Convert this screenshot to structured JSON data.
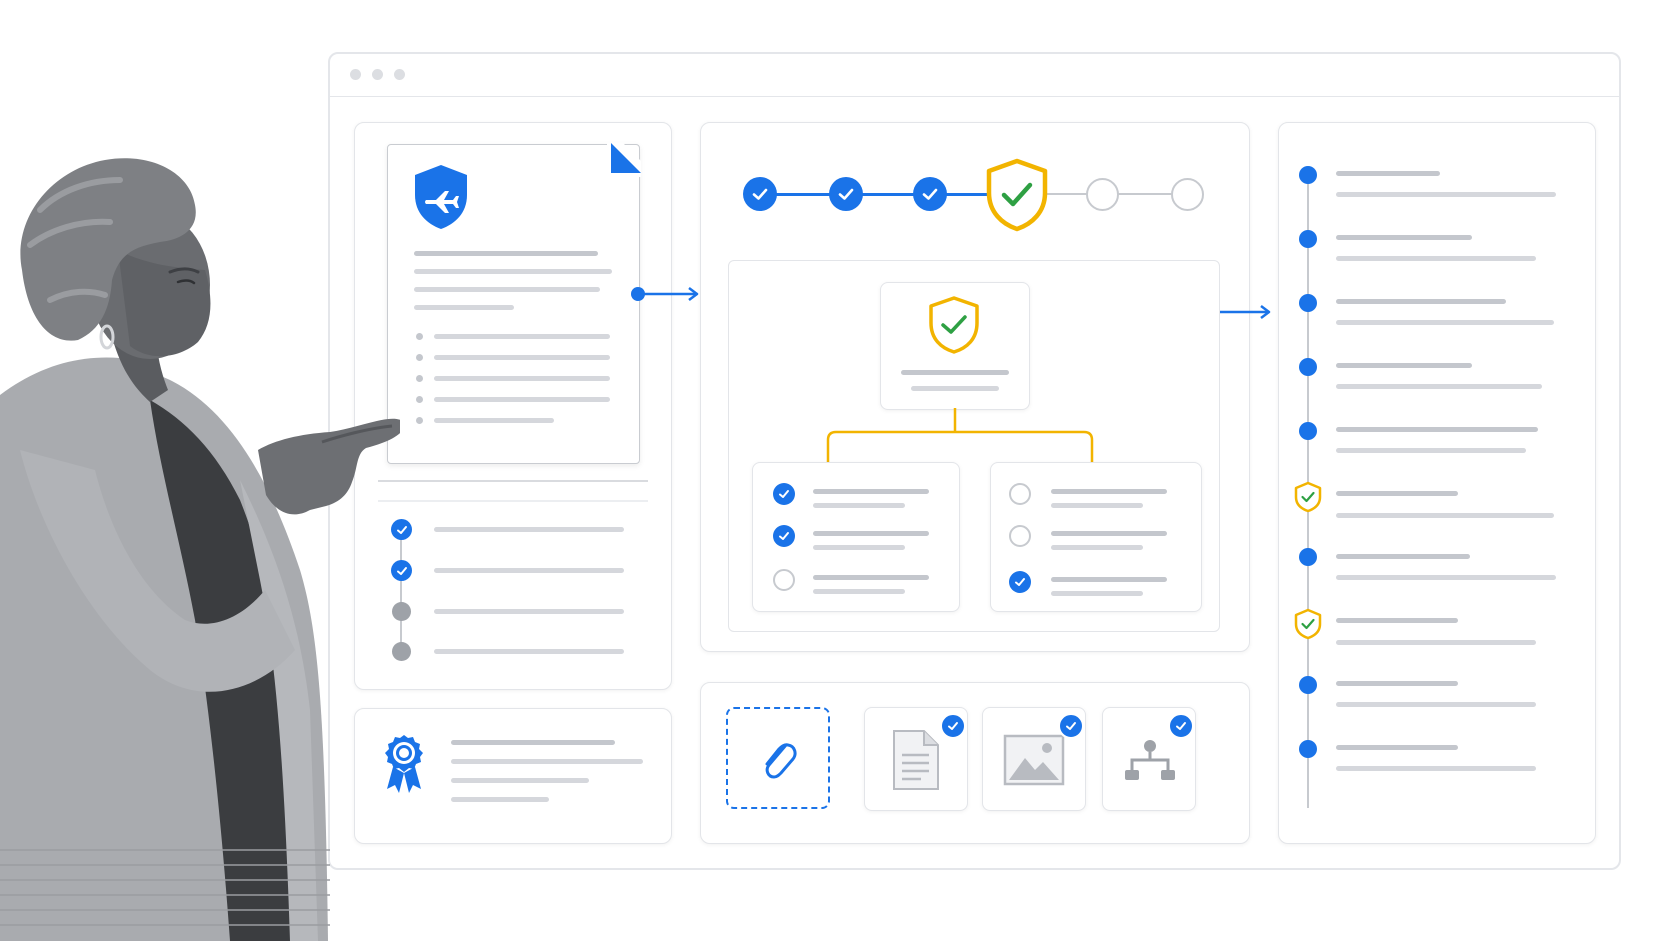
{
  "colors": {
    "accent": "#1a73e8",
    "shield_gold": "#f2b400",
    "check_green": "#2ea043",
    "line_gray": "#d5d7dc",
    "border": "#e3e5e9"
  },
  "icons": {
    "document_badge": "shield-airplane-icon",
    "approval": "shield-check-icon",
    "award": "ribbon-badge-icon",
    "attachment": "paperclip-icon",
    "doc": "document-icon",
    "image": "image-icon",
    "hierarchy": "hierarchy-icon"
  },
  "progress": {
    "steps_total": 6,
    "steps_completed": 3,
    "current_step": 4
  },
  "checklist_left": [
    {
      "state": "checked"
    },
    {
      "state": "checked"
    },
    {
      "state": "pending"
    },
    {
      "state": "pending"
    }
  ],
  "branch_left": [
    {
      "state": "checked"
    },
    {
      "state": "checked"
    },
    {
      "state": "unchecked"
    }
  ],
  "branch_right": [
    {
      "state": "unchecked"
    },
    {
      "state": "unchecked"
    },
    {
      "state": "checked"
    }
  ],
  "attachments": [
    {
      "icon": "paperclip-icon",
      "verified": false
    },
    {
      "icon": "document-icon",
      "verified": true
    },
    {
      "icon": "image-icon",
      "verified": true
    },
    {
      "icon": "hierarchy-icon",
      "verified": true
    }
  ],
  "timeline": [
    {
      "marker": "dot"
    },
    {
      "marker": "dot"
    },
    {
      "marker": "dot"
    },
    {
      "marker": "dot"
    },
    {
      "marker": "dot"
    },
    {
      "marker": "shield"
    },
    {
      "marker": "dot"
    },
    {
      "marker": "shield"
    },
    {
      "marker": "dot"
    },
    {
      "marker": "dot"
    }
  ]
}
